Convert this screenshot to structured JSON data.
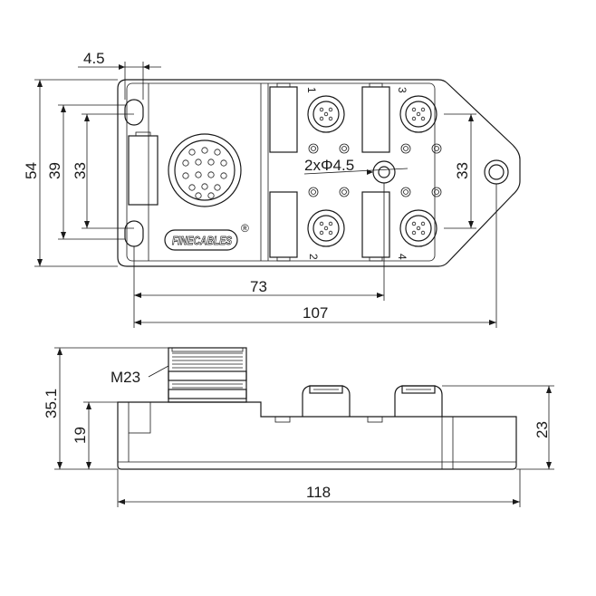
{
  "top_view": {
    "dim_hole_offset": "4.5",
    "dim_height": "54",
    "dim_slot_span": "39",
    "dim_hole_span_left": "33",
    "dim_hole_span_right": "33",
    "dim_mount_hole": "2xΦ4.5",
    "dim_span_73": "73",
    "dim_span_107": "107",
    "port_labels": [
      "1",
      "2",
      "3",
      "4"
    ],
    "brand_logo": "FINECABLES",
    "registered_mark": "®"
  },
  "side_view": {
    "connector_label": "M23",
    "dim_total_height": "35.1",
    "dim_body_height": "19",
    "dim_right_height": "23",
    "dim_length": "118"
  }
}
